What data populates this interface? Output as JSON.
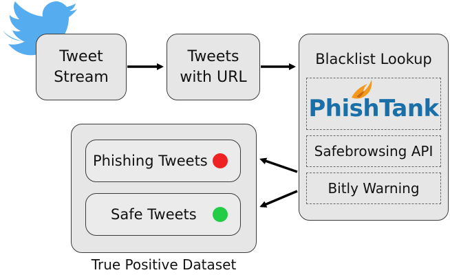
{
  "nodes": {
    "tweet_stream": "Tweet\nStream",
    "tweets_with_url": "Tweets\nwith URL",
    "blacklist_lookup": {
      "title": "Blacklist Lookup",
      "items": {
        "phishtank": {
          "part1": "Phish",
          "part2": "Tank"
        },
        "safebrowsing": "Safebrowsing API",
        "bitly": "Bitly Warning"
      }
    },
    "dataset": {
      "caption": "True Positive Dataset",
      "phishing": "Phishing Tweets",
      "safe": "Safe Tweets"
    }
  },
  "colors": {
    "phishing_dot": "#ee2222",
    "safe_dot": "#22cc44",
    "twitter_blue": "#55acee",
    "phishtank_blue": "#1a6fa8",
    "phishtank_flame": "#f39a1e"
  },
  "icons": [
    "twitter-bird-icon",
    "phishtank-logo",
    "arrow-icon"
  ]
}
